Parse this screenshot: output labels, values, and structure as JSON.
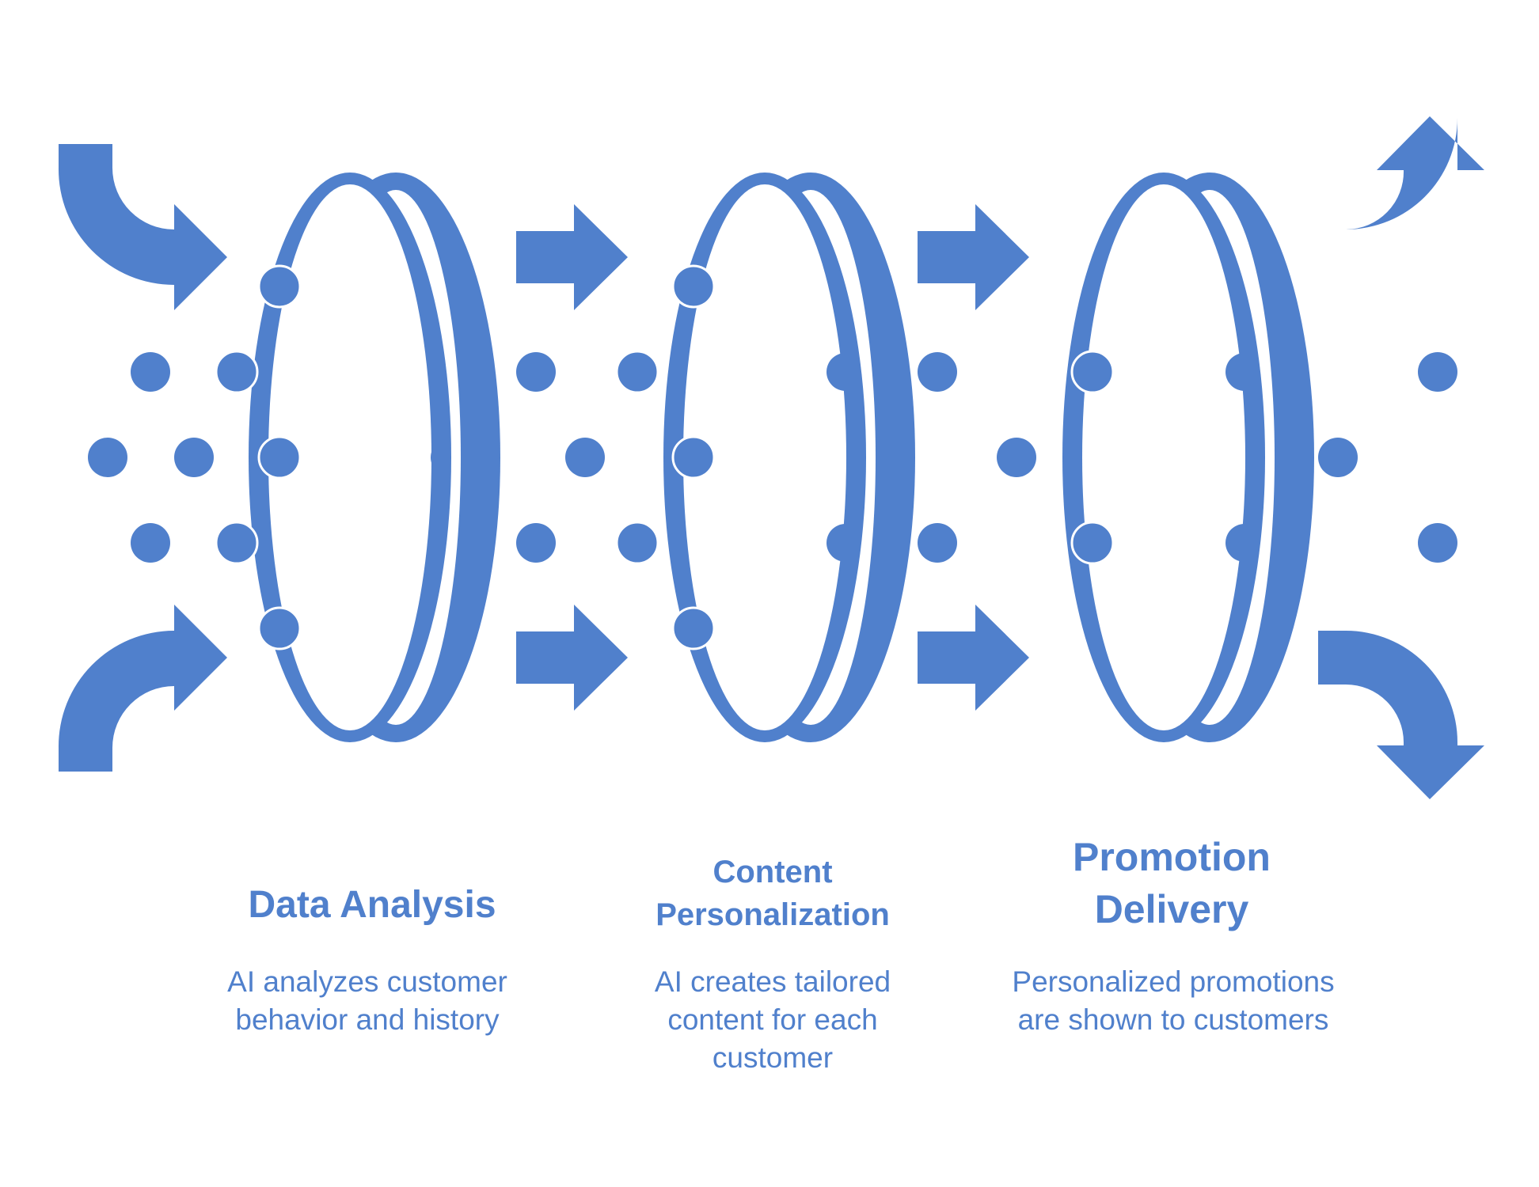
{
  "colors": {
    "accent": "#5080CC",
    "background": "#FFFFFF"
  },
  "stages": [
    {
      "title": "Data Analysis",
      "description": "AI analyzes customer behavior and history"
    },
    {
      "title": "Content Personalization",
      "description": "AI creates tailored content for each customer"
    },
    {
      "title": "Promotion Delivery",
      "description": "Personalized promotions are shown to customers"
    }
  ],
  "icons": {
    "inbound": "curved-inbound-arrow-icon",
    "flow": "right-arrow-icon",
    "outbound": "curved-outbound-arrow-icon",
    "filter": "ring-filter-icon",
    "particle": "dot-icon"
  }
}
